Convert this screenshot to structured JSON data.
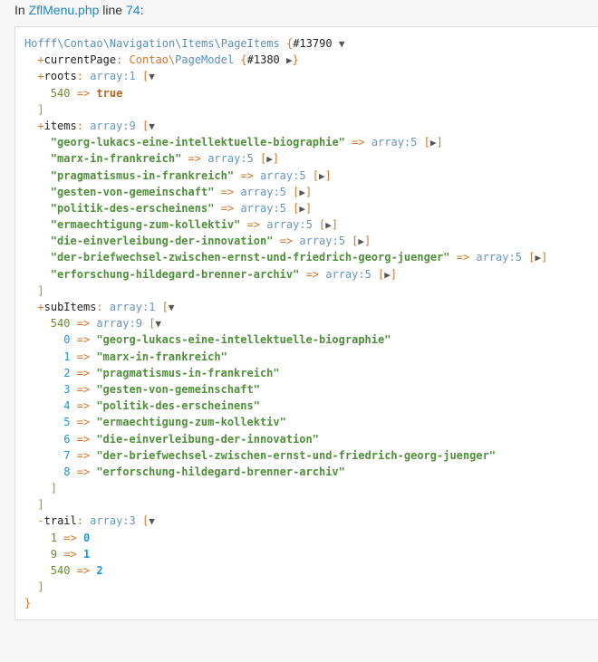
{
  "header": {
    "prefix": "In ",
    "file": "ZflMenu.php",
    "line_label": " line ",
    "line": "74",
    "suffix": ":"
  },
  "dump": {
    "lines": [
      {
        "d": 0,
        "tokens": [
          {
            "t": "c",
            "v": "Hofff\\Contao\\Navigation\\Items\\PageItems"
          },
          {
            "t": "t",
            "v": " "
          },
          {
            "t": "p",
            "v": "{"
          },
          {
            "t": "t",
            "v": "#13790 "
          },
          {
            "t": "ar",
            "v": "▼"
          }
        ]
      },
      {
        "d": 1,
        "tokens": [
          {
            "t": "p",
            "v": "+"
          },
          {
            "t": "t",
            "v": "currentPage"
          },
          {
            "t": "p",
            "v": ": Contao\\"
          },
          {
            "t": "c",
            "v": "PageModel"
          },
          {
            "t": "t",
            "v": " "
          },
          {
            "t": "p",
            "v": "{"
          },
          {
            "t": "t",
            "v": "#1380 "
          },
          {
            "t": "ar",
            "v": "▶"
          },
          {
            "t": "p",
            "v": "}"
          }
        ]
      },
      {
        "d": 1,
        "tokens": [
          {
            "t": "p",
            "v": "+"
          },
          {
            "t": "t",
            "v": "roots"
          },
          {
            "t": "p",
            "v": ": "
          },
          {
            "t": "n",
            "v": "array:1"
          },
          {
            "t": "p",
            "v": " ["
          },
          {
            "t": "ar",
            "v": "▼"
          }
        ]
      },
      {
        "d": 2,
        "tokens": [
          {
            "t": "k",
            "v": "540"
          },
          {
            "t": "p",
            "v": " => "
          },
          {
            "t": "b",
            "v": "true"
          }
        ]
      },
      {
        "d": 1,
        "tokens": [
          {
            "t": "p",
            "v": "]"
          }
        ]
      },
      {
        "d": 1,
        "tokens": [
          {
            "t": "p",
            "v": "+"
          },
          {
            "t": "t",
            "v": "items"
          },
          {
            "t": "p",
            "v": ": "
          },
          {
            "t": "n",
            "v": "array:9"
          },
          {
            "t": "p",
            "v": " ["
          },
          {
            "t": "ar",
            "v": "▼"
          }
        ]
      },
      {
        "d": 2,
        "tokens": [
          {
            "t": "s",
            "v": "\"georg-lukacs-eine-intellektuelle-biographie\""
          },
          {
            "t": "p",
            "v": " => "
          },
          {
            "t": "n",
            "v": "array:5"
          },
          {
            "t": "p",
            "v": " ["
          },
          {
            "t": "ar",
            "v": "▶"
          },
          {
            "t": "p",
            "v": "]"
          }
        ]
      },
      {
        "d": 2,
        "tokens": [
          {
            "t": "s",
            "v": "\"marx-in-frankreich\""
          },
          {
            "t": "p",
            "v": " => "
          },
          {
            "t": "n",
            "v": "array:5"
          },
          {
            "t": "p",
            "v": " ["
          },
          {
            "t": "ar",
            "v": "▶"
          },
          {
            "t": "p",
            "v": "]"
          }
        ]
      },
      {
        "d": 2,
        "tokens": [
          {
            "t": "s",
            "v": "\"pragmatismus-in-frankreich\""
          },
          {
            "t": "p",
            "v": " => "
          },
          {
            "t": "n",
            "v": "array:5"
          },
          {
            "t": "p",
            "v": " ["
          },
          {
            "t": "ar",
            "v": "▶"
          },
          {
            "t": "p",
            "v": "]"
          }
        ]
      },
      {
        "d": 2,
        "tokens": [
          {
            "t": "s",
            "v": "\"gesten-von-gemeinschaft\""
          },
          {
            "t": "p",
            "v": " => "
          },
          {
            "t": "n",
            "v": "array:5"
          },
          {
            "t": "p",
            "v": " ["
          },
          {
            "t": "ar",
            "v": "▶"
          },
          {
            "t": "p",
            "v": "]"
          }
        ]
      },
      {
        "d": 2,
        "tokens": [
          {
            "t": "s",
            "v": "\"politik-des-erscheinens\""
          },
          {
            "t": "p",
            "v": " => "
          },
          {
            "t": "n",
            "v": "array:5"
          },
          {
            "t": "p",
            "v": " ["
          },
          {
            "t": "ar",
            "v": "▶"
          },
          {
            "t": "p",
            "v": "]"
          }
        ]
      },
      {
        "d": 2,
        "tokens": [
          {
            "t": "s",
            "v": "\"ermaechtigung-zum-kollektiv\""
          },
          {
            "t": "p",
            "v": " => "
          },
          {
            "t": "n",
            "v": "array:5"
          },
          {
            "t": "p",
            "v": " ["
          },
          {
            "t": "ar",
            "v": "▶"
          },
          {
            "t": "p",
            "v": "]"
          }
        ]
      },
      {
        "d": 2,
        "tokens": [
          {
            "t": "s",
            "v": "\"die-einverleibung-der-innovation\""
          },
          {
            "t": "p",
            "v": " => "
          },
          {
            "t": "n",
            "v": "array:5"
          },
          {
            "t": "p",
            "v": " ["
          },
          {
            "t": "ar",
            "v": "▶"
          },
          {
            "t": "p",
            "v": "]"
          }
        ]
      },
      {
        "d": 2,
        "tokens": [
          {
            "t": "s",
            "v": "\"der-briefwechsel-zwischen-ernst-und-friedrich-georg-juenger\""
          },
          {
            "t": "p",
            "v": " => "
          },
          {
            "t": "n",
            "v": "array:5"
          },
          {
            "t": "p",
            "v": " ["
          },
          {
            "t": "ar",
            "v": "▶"
          },
          {
            "t": "p",
            "v": "]"
          }
        ]
      },
      {
        "d": 2,
        "tokens": [
          {
            "t": "s",
            "v": "\"erforschung-hildegard-brenner-archiv\""
          },
          {
            "t": "p",
            "v": " => "
          },
          {
            "t": "n",
            "v": "array:5"
          },
          {
            "t": "p",
            "v": " ["
          },
          {
            "t": "ar",
            "v": "▶"
          },
          {
            "t": "p",
            "v": "]"
          }
        ]
      },
      {
        "d": 1,
        "tokens": [
          {
            "t": "p",
            "v": "]"
          }
        ]
      },
      {
        "d": 1,
        "tokens": [
          {
            "t": "p",
            "v": "+"
          },
          {
            "t": "t",
            "v": "subItems"
          },
          {
            "t": "p",
            "v": ": "
          },
          {
            "t": "n",
            "v": "array:1"
          },
          {
            "t": "p",
            "v": " ["
          },
          {
            "t": "ar",
            "v": "▼"
          }
        ]
      },
      {
        "d": 2,
        "tokens": [
          {
            "t": "k",
            "v": "540"
          },
          {
            "t": "p",
            "v": " => "
          },
          {
            "t": "n",
            "v": "array:9"
          },
          {
            "t": "p",
            "v": " ["
          },
          {
            "t": "ar",
            "v": "▼"
          }
        ]
      },
      {
        "d": 3,
        "tokens": [
          {
            "t": "i",
            "v": "0"
          },
          {
            "t": "p",
            "v": " => "
          },
          {
            "t": "s",
            "v": "\"georg-lukacs-eine-intellektuelle-biographie\""
          }
        ]
      },
      {
        "d": 3,
        "tokens": [
          {
            "t": "i",
            "v": "1"
          },
          {
            "t": "p",
            "v": " => "
          },
          {
            "t": "s",
            "v": "\"marx-in-frankreich\""
          }
        ]
      },
      {
        "d": 3,
        "tokens": [
          {
            "t": "i",
            "v": "2"
          },
          {
            "t": "p",
            "v": " => "
          },
          {
            "t": "s",
            "v": "\"pragmatismus-in-frankreich\""
          }
        ]
      },
      {
        "d": 3,
        "tokens": [
          {
            "t": "i",
            "v": "3"
          },
          {
            "t": "p",
            "v": " => "
          },
          {
            "t": "s",
            "v": "\"gesten-von-gemeinschaft\""
          }
        ]
      },
      {
        "d": 3,
        "tokens": [
          {
            "t": "i",
            "v": "4"
          },
          {
            "t": "p",
            "v": " => "
          },
          {
            "t": "s",
            "v": "\"politik-des-erscheinens\""
          }
        ]
      },
      {
        "d": 3,
        "tokens": [
          {
            "t": "i",
            "v": "5"
          },
          {
            "t": "p",
            "v": " => "
          },
          {
            "t": "s",
            "v": "\"ermaechtigung-zum-kollektiv\""
          }
        ]
      },
      {
        "d": 3,
        "tokens": [
          {
            "t": "i",
            "v": "6"
          },
          {
            "t": "p",
            "v": " => "
          },
          {
            "t": "s",
            "v": "\"die-einverleibung-der-innovation\""
          }
        ]
      },
      {
        "d": 3,
        "tokens": [
          {
            "t": "i",
            "v": "7"
          },
          {
            "t": "p",
            "v": " => "
          },
          {
            "t": "s",
            "v": "\"der-briefwechsel-zwischen-ernst-und-friedrich-georg-juenger\""
          }
        ]
      },
      {
        "d": 3,
        "tokens": [
          {
            "t": "i",
            "v": "8"
          },
          {
            "t": "p",
            "v": " => "
          },
          {
            "t": "s",
            "v": "\"erforschung-hildegard-brenner-archiv\""
          }
        ]
      },
      {
        "d": 2,
        "tokens": [
          {
            "t": "p",
            "v": "]"
          }
        ]
      },
      {
        "d": 1,
        "tokens": [
          {
            "t": "p",
            "v": "]"
          }
        ]
      },
      {
        "d": 1,
        "tokens": [
          {
            "t": "p",
            "v": "-"
          },
          {
            "t": "t",
            "v": "trail"
          },
          {
            "t": "p",
            "v": ": "
          },
          {
            "t": "n",
            "v": "array:3"
          },
          {
            "t": "p",
            "v": " ["
          },
          {
            "t": "ar",
            "v": "▼"
          }
        ]
      },
      {
        "d": 2,
        "tokens": [
          {
            "t": "k",
            "v": "1"
          },
          {
            "t": "p",
            "v": " => "
          },
          {
            "t": "v",
            "v": "0"
          }
        ]
      },
      {
        "d": 2,
        "tokens": [
          {
            "t": "k",
            "v": "9"
          },
          {
            "t": "p",
            "v": " => "
          },
          {
            "t": "v",
            "v": "1"
          }
        ]
      },
      {
        "d": 2,
        "tokens": [
          {
            "t": "k",
            "v": "540"
          },
          {
            "t": "p",
            "v": " => "
          },
          {
            "t": "v",
            "v": "2"
          }
        ]
      },
      {
        "d": 1,
        "tokens": [
          {
            "t": "p",
            "v": "]"
          }
        ]
      },
      {
        "d": 0,
        "tokens": [
          {
            "t": "p",
            "v": "}"
          }
        ]
      }
    ]
  }
}
